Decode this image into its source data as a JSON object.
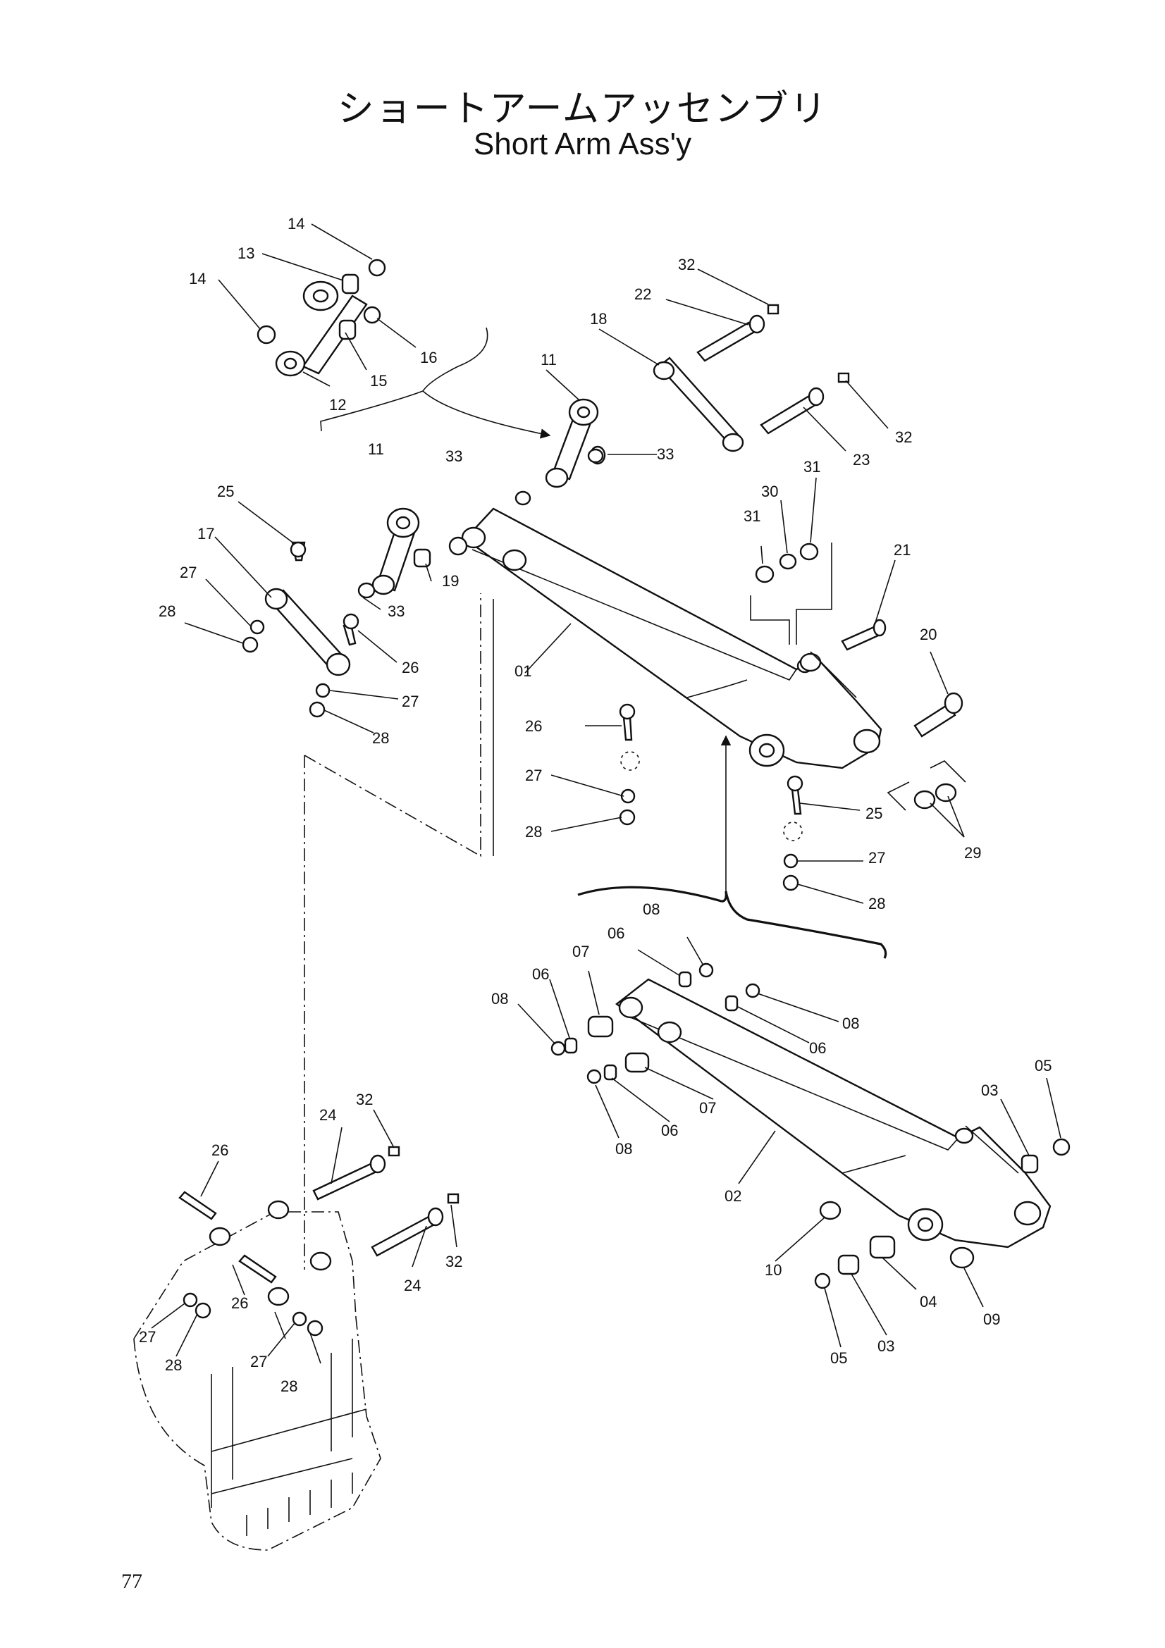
{
  "header": {
    "title_jp": "ショートアームアッセンブリ",
    "title_en": "Short Arm Ass'y"
  },
  "page_number": "77",
  "callouts": [
    {
      "id": "l14a",
      "text": "14"
    },
    {
      "id": "l13",
      "text": "13"
    },
    {
      "id": "l14b",
      "text": "14"
    },
    {
      "id": "l16",
      "text": "16"
    },
    {
      "id": "l15",
      "text": "15"
    },
    {
      "id": "l12",
      "text": "12"
    },
    {
      "id": "l32a",
      "text": "32"
    },
    {
      "id": "l22",
      "text": "22"
    },
    {
      "id": "l18",
      "text": "18"
    },
    {
      "id": "l11a",
      "text": "11"
    },
    {
      "id": "l33a",
      "text": "33"
    },
    {
      "id": "l32b",
      "text": "32"
    },
    {
      "id": "l23",
      "text": "23"
    },
    {
      "id": "l11b",
      "text": "11"
    },
    {
      "id": "l33b",
      "text": "33"
    },
    {
      "id": "l25a",
      "text": "25"
    },
    {
      "id": "l17",
      "text": "17"
    },
    {
      "id": "l19",
      "text": "19"
    },
    {
      "id": "l27a",
      "text": "27"
    },
    {
      "id": "l28a",
      "text": "28"
    },
    {
      "id": "l33c",
      "text": "33"
    },
    {
      "id": "l26a",
      "text": "26"
    },
    {
      "id": "l27b",
      "text": "27"
    },
    {
      "id": "l28b",
      "text": "28"
    },
    {
      "id": "l01",
      "text": "01"
    },
    {
      "id": "l31a",
      "text": "31"
    },
    {
      "id": "l30",
      "text": "30"
    },
    {
      "id": "l31b",
      "text": "31"
    },
    {
      "id": "l21",
      "text": "21"
    },
    {
      "id": "l20",
      "text": "20"
    },
    {
      "id": "l26b",
      "text": "26"
    },
    {
      "id": "l27c",
      "text": "27"
    },
    {
      "id": "l28c",
      "text": "28"
    },
    {
      "id": "l25b",
      "text": "25"
    },
    {
      "id": "l29",
      "text": "29"
    },
    {
      "id": "l27d",
      "text": "27"
    },
    {
      "id": "l28d",
      "text": "28"
    },
    {
      "id": "l08a",
      "text": "08"
    },
    {
      "id": "l06a",
      "text": "06"
    },
    {
      "id": "l07a",
      "text": "07"
    },
    {
      "id": "l06b",
      "text": "06"
    },
    {
      "id": "l08b",
      "text": "08"
    },
    {
      "id": "l08c",
      "text": "08"
    },
    {
      "id": "l06c",
      "text": "06"
    },
    {
      "id": "l07b",
      "text": "07"
    },
    {
      "id": "l06d",
      "text": "06"
    },
    {
      "id": "l08d",
      "text": "08"
    },
    {
      "id": "l05a",
      "text": "05"
    },
    {
      "id": "l03a",
      "text": "03"
    },
    {
      "id": "l02",
      "text": "02"
    },
    {
      "id": "l10",
      "text": "10"
    },
    {
      "id": "l04",
      "text": "04"
    },
    {
      "id": "l09",
      "text": "09"
    },
    {
      "id": "l03b",
      "text": "03"
    },
    {
      "id": "l05b",
      "text": "05"
    },
    {
      "id": "l32c",
      "text": "32"
    },
    {
      "id": "l24a",
      "text": "24"
    },
    {
      "id": "l26c",
      "text": "26"
    },
    {
      "id": "l32d",
      "text": "32"
    },
    {
      "id": "l24b",
      "text": "24"
    },
    {
      "id": "l26d",
      "text": "26"
    },
    {
      "id": "l27e",
      "text": "27"
    },
    {
      "id": "l28e",
      "text": "28"
    },
    {
      "id": "l27f",
      "text": "27"
    },
    {
      "id": "l28f",
      "text": "28"
    }
  ]
}
